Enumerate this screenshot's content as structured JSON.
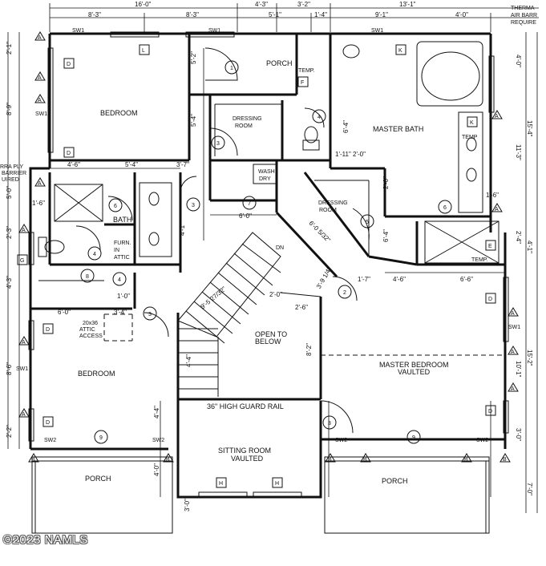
{
  "rooms": {
    "bedroom_top": "BEDROOM",
    "porch_top": "PORCH",
    "temp_top": "TEMP.",
    "master_bath": "MASTER BATH",
    "temp_right": "TEMP",
    "dressing_room_1": "DRESSING",
    "dressing_room_1b": "ROOM",
    "wash_dry_1": "WASH",
    "wash_dry_2": "DRY",
    "dressing_room_2": "DRESSING",
    "dressing_room_2b": "ROOM",
    "bath": "BATH",
    "furn_1": "FURN.",
    "furn_2": "IN",
    "furn_3": "ATTIC",
    "temp_shower": "TEMP.",
    "dn": "DN",
    "attic_1": "20x36",
    "attic_2": "ATTIC",
    "attic_3": "ACCESS",
    "open_1": "OPEN TO",
    "open_2": "BELOW",
    "master_bedroom": "MASTER BEDROOM",
    "vaulted_1": "VAULTED",
    "bedroom_left": "BEDROOM",
    "guard_rail": "36\" HIGH GUARD RAIL",
    "sitting_room": "SITTING ROOM",
    "vaulted_2": "VAULTED",
    "porch_left": "PORCH",
    "porch_right": "PORCH",
    "therma_1": "THERMA",
    "therma_2": "AIR BARR",
    "therma_3": "REQUIRE",
    "barrier_1": "RRA PLY",
    "barrier_2": "BARRIER",
    "barrier_3": "UIRED"
  },
  "dimensions": {
    "top_1": "16'-0\"",
    "top_2": "4'-3\"",
    "top_3": "3'-2\"",
    "top_4": "13'-1\"",
    "top2_1": "8'-3\"",
    "top2_2": "8'-3\"",
    "top2_3": "5'-1\"",
    "top2_4": "1'-4\"",
    "top2_5": "9'-1\"",
    "top2_6": "4'-0\"",
    "left_1": "2'-1\"",
    "left_2": "8'-9\"",
    "left_3": "5'-0\"",
    "left_4": "2'-3\"",
    "left_5": "4'-3\"",
    "left_6": "8'-6\"",
    "left_7": "2'-2\"",
    "right_1": "4'-0\"",
    "right_2": "15'-4\"",
    "right_3": "11'-3\"",
    "right_4": "2'-4\"",
    "right_5": "4'-1\"",
    "right_6": "10'-1\"",
    "right_7": "15'-2\"",
    "right_8": "3'-0\"",
    "right_9": "7'-0\"",
    "mid_1": "5'-2\"",
    "mid_2": "5'-4\"",
    "mid_3": "4'-6\"",
    "mid_4": "5'-4\"",
    "mid_5": "3'-7\"",
    "mid_6": "6'-0\"",
    "mid_7": "1'-6\"",
    "mid_8": "4'-1\"",
    "mid_9": "6'-0\"",
    "mid_10": "1'-0\"",
    "mid_11": "3'-4\"",
    "mid_12": "9'-5 27/32\"",
    "mid_13": "6'-0 5/32\"",
    "mid_14": "3'-9 1/4\"",
    "mid_15": "2'-6\"",
    "mid_16": "2'-0\"",
    "mid_17": "8'-2\"",
    "mid_18": "4'-6\"",
    "mid_19": "6'-6\"",
    "mid_20": "1'-7\"",
    "mid_21": "2'-0\"",
    "mid_22": "6'-4\"",
    "mid_23": "1'-11\"",
    "mid_24": "2'-0\"",
    "mid_25": "6'-4\"",
    "mid_26": "1'-6\"",
    "mid_27": "4'-4\"",
    "mid_28": "4'-4\"",
    "mid_29": "4'-0\"",
    "mid_30": "3'-0\""
  },
  "tags": {
    "sw1": "SW1",
    "sw2": "SW2",
    "A": "A",
    "B": "B",
    "D": "D",
    "E": "E",
    "F": "F",
    "G": "G",
    "H": "H",
    "K": "K",
    "L": "L",
    "num_1": "1",
    "num_2": "2",
    "num_3": "3",
    "num_4": "4",
    "num_5": "5",
    "num_6": "6",
    "num_7": "7",
    "num_8": "8",
    "num_9": "9"
  },
  "watermark": "©2023 NAMLS"
}
